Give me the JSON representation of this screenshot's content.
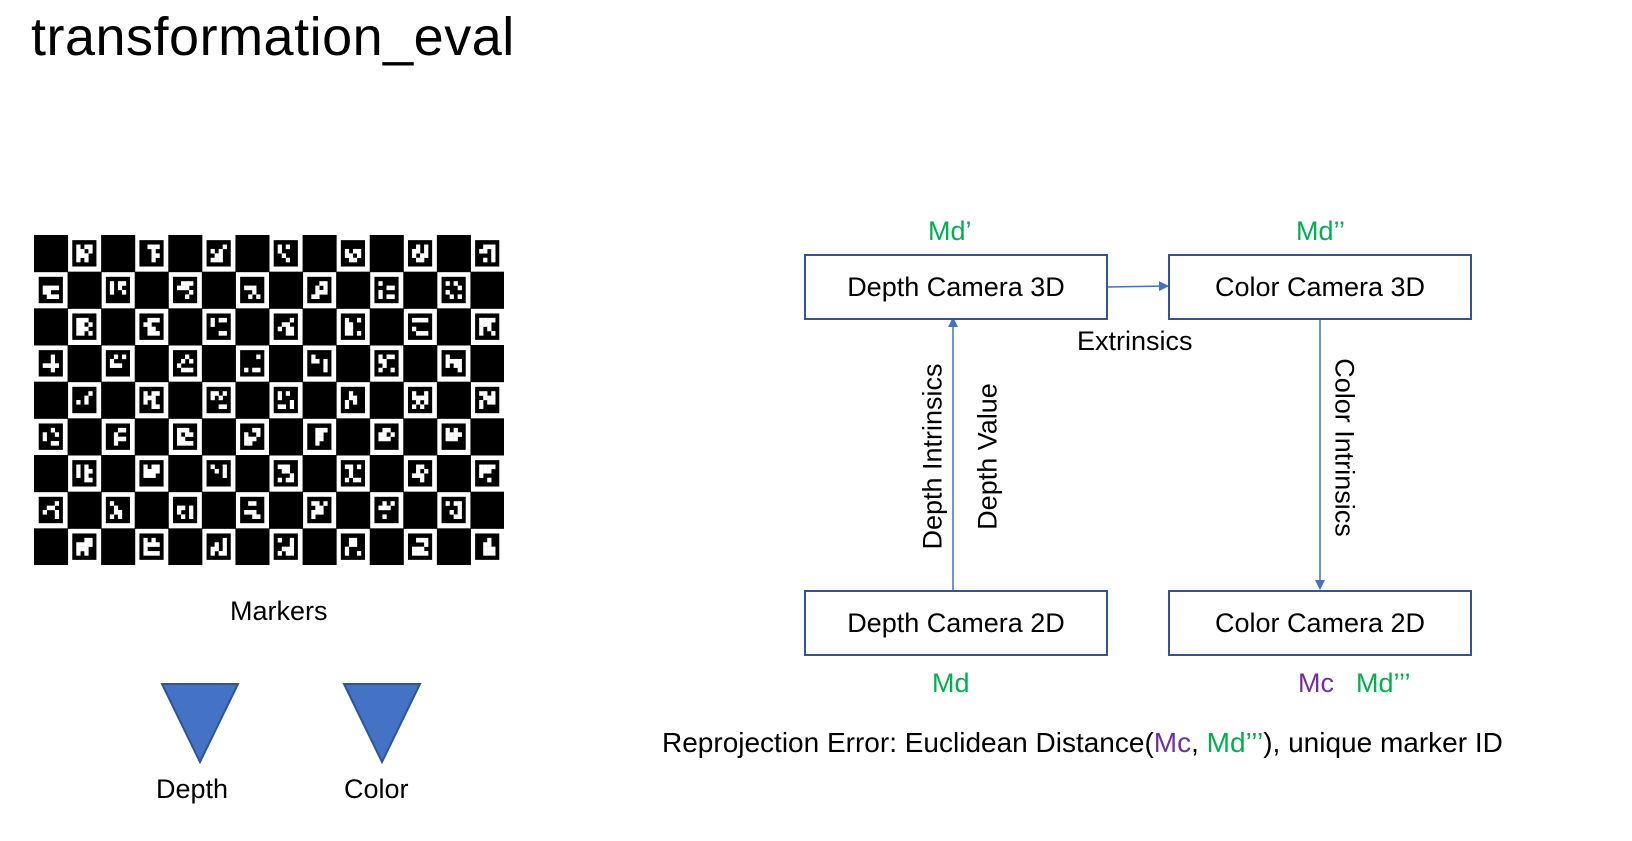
{
  "title": "transformation_eval",
  "markers": {
    "label": "Markers"
  },
  "cameras": {
    "depth_label": "Depth",
    "color_label": "Color",
    "accent": "#4472c4"
  },
  "diagram": {
    "box_depth3d": "Depth Camera 3D",
    "box_color3d": "Color Camera 3D",
    "box_depth2d": "Depth Camera 2D",
    "box_color2d": "Color Camera 2D",
    "label_md_prime": "Md’",
    "label_md_dprime": "Md’’",
    "label_md": "Md",
    "label_mc": "Mc",
    "label_md_tprime": "Md’’’",
    "edge_extrinsics": "Extrinsics",
    "edge_depth_intrinsics": "Depth Intrinsics",
    "edge_depth_value": "Depth Value",
    "edge_color_intrinsics": "Color Intrinsics",
    "colors": {
      "box_border": "#2f5597",
      "arrow": "#4472c4",
      "green": "#00b050",
      "purple": "#7030a0"
    }
  },
  "footer": {
    "prefix": "Reprojection Error: Euclidean Distance(",
    "mc": "Mc",
    "sep": ", ",
    "md": "Md’’’",
    "suffix": "), unique marker ID"
  }
}
